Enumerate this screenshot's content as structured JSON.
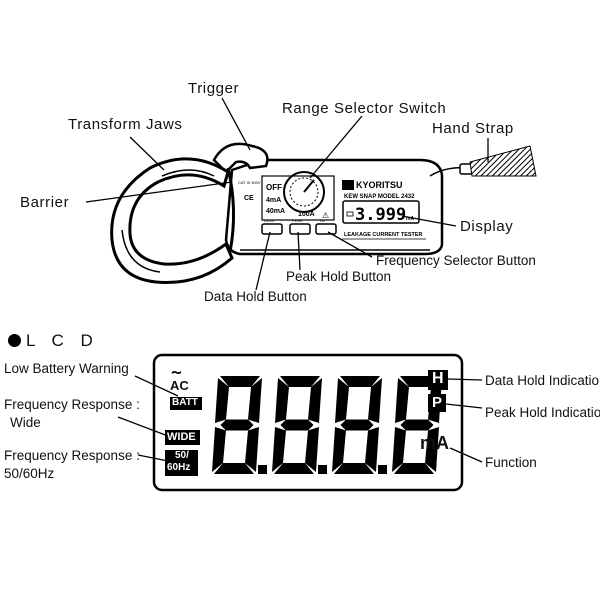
{
  "callouts": {
    "trigger": "Trigger",
    "range_selector": "Range Selector Switch",
    "transform_jaws": "Transform Jaws",
    "hand_strap": "Hand Strap",
    "barrier": "Barrier",
    "display": "Display",
    "frequency_selector": "Frequency Selector Button",
    "peak_hold_button": "Peak Hold Button",
    "data_hold_button": "Data Hold Button"
  },
  "device": {
    "brand": "KYORITSU",
    "model": "KEW SNAP MODEL 2432",
    "caption": "LEAKAGE CURRENT TESTER",
    "range_off": "OFF",
    "range_4ma": "4mA",
    "range_40ma": "40mA",
    "range_100a": "100A",
    "mini_reading": "3.999",
    "mini_unit": "mA",
    "btn_data": "DATA",
    "btn_peak": "PEAK",
    "btn_freq": "Hz",
    "ce": "CE",
    "cat": "CAT III 300V"
  },
  "lcd": {
    "section_title": "L C D",
    "tilde": "~",
    "ac": "AC",
    "batt": "BATT",
    "wide": "WIDE",
    "hz_50_60": "50/",
    "hz_60": "60Hz",
    "digits": "8.8.8.8",
    "unit": "mA",
    "hold_icon": "H",
    "peak_icon": "P",
    "labels": {
      "low_battery": "Low Battery Warning",
      "freq_wide_1": "Frequency Response :",
      "freq_wide_2": "Wide",
      "freq_5060_1": "Frequency Response :",
      "freq_5060_2": "50/60Hz",
      "data_hold_ind": "Data Hold Indication",
      "peak_hold_ind": "Peak Hold Indication",
      "function": "Function"
    }
  }
}
